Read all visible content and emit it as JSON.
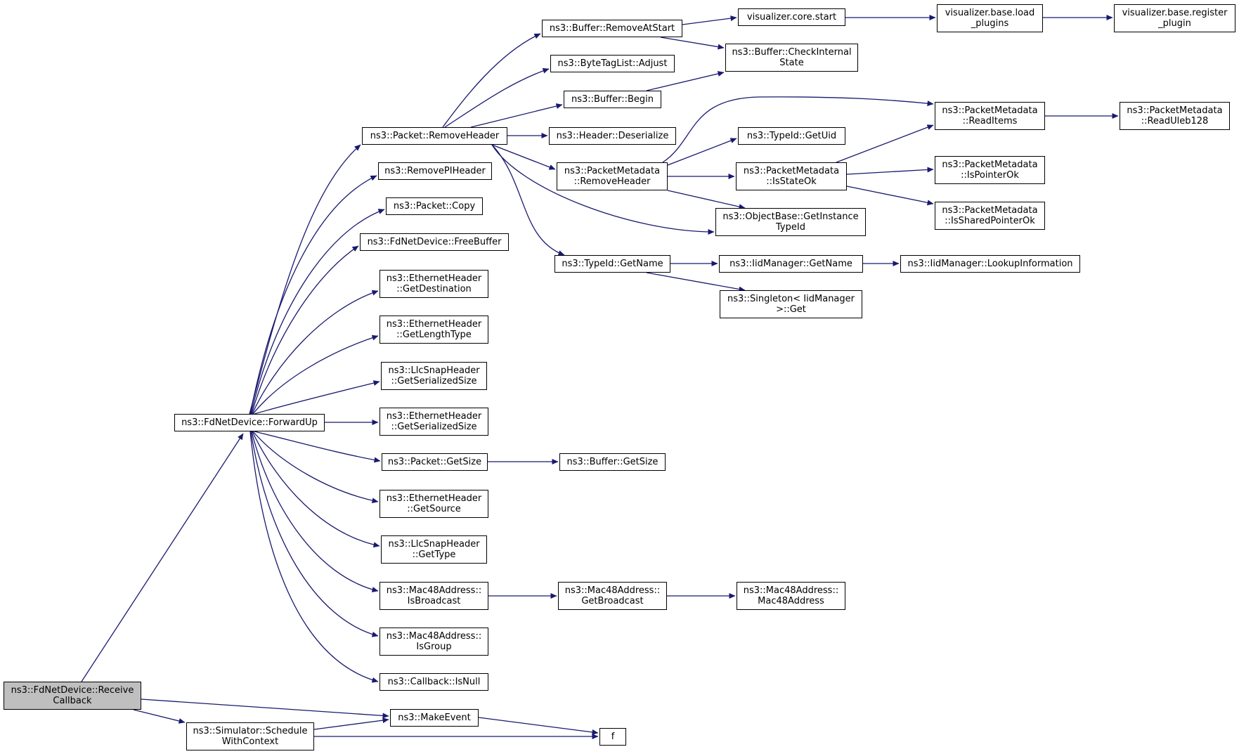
{
  "colors": {
    "edge": "#191970",
    "root_fill": "#bfbfbf",
    "node_fill": "#ffffff",
    "node_border": "#000000"
  },
  "nodes": {
    "receive_callback": [
      "ns3::FdNetDevice::Receive",
      "Callback"
    ],
    "forward_up": [
      "ns3::FdNetDevice::ForwardUp"
    ],
    "make_event": [
      "ns3::MakeEvent"
    ],
    "schedule_with_context": [
      "ns3::Simulator::Schedule",
      "WithContext"
    ],
    "f": [
      "f"
    ],
    "packet_remove_header": [
      "ns3::Packet::RemoveHeader"
    ],
    "remove_pi_header": [
      "ns3::RemovePIHeader"
    ],
    "packet_copy": [
      "ns3::Packet::Copy"
    ],
    "free_buffer": [
      "ns3::FdNetDevice::FreeBuffer"
    ],
    "eth_get_destination": [
      "ns3::EthernetHeader",
      "::GetDestination"
    ],
    "eth_get_length_type": [
      "ns3::EthernetHeader",
      "::GetLengthType"
    ],
    "llc_get_serialized_size": [
      "ns3::LlcSnapHeader",
      "::GetSerializedSize"
    ],
    "eth_get_serialized_size": [
      "ns3::EthernetHeader",
      "::GetSerializedSize"
    ],
    "packet_get_size": [
      "ns3::Packet::GetSize"
    ],
    "eth_get_source": [
      "ns3::EthernetHeader",
      "::GetSource"
    ],
    "llc_get_type": [
      "ns3::LlcSnapHeader",
      "::GetType"
    ],
    "mac_is_broadcast": [
      "ns3::Mac48Address::",
      "IsBroadcast"
    ],
    "mac_is_group": [
      "ns3::Mac48Address::",
      "IsGroup"
    ],
    "callback_is_null": [
      "ns3::Callback::IsNull"
    ],
    "buffer_remove_at_start": [
      "ns3::Buffer::RemoveAtStart"
    ],
    "bytetaglist_adjust": [
      "ns3::ByteTagList::Adjust"
    ],
    "buffer_begin": [
      "ns3::Buffer::Begin"
    ],
    "header_deserialize": [
      "ns3::Header::Deserialize"
    ],
    "metadata_remove_header": [
      "ns3::PacketMetadata",
      "::RemoveHeader"
    ],
    "typeid_get_name": [
      "ns3::TypeId::GetName"
    ],
    "buffer_get_size": [
      "ns3::Buffer::GetSize"
    ],
    "mac_get_broadcast": [
      "ns3::Mac48Address::",
      "GetBroadcast"
    ],
    "visualizer_core_start": [
      "visualizer.core.start"
    ],
    "buffer_check_internal_state": [
      "ns3::Buffer::CheckInternal",
      "State"
    ],
    "typeid_get_uid": [
      "ns3::TypeId::GetUid"
    ],
    "metadata_is_state_ok": [
      "ns3::PacketMetadata",
      "::IsStateOk"
    ],
    "objectbase_get_instance_typeid": [
      "ns3::ObjectBase::GetInstance",
      "TypeId"
    ],
    "iidmanager_get_name": [
      "ns3::IidManager::GetName"
    ],
    "singleton_get": [
      "ns3::Singleton< IidManager",
      ">::Get"
    ],
    "mac48address_ctor": [
      "ns3::Mac48Address::",
      "Mac48Address"
    ],
    "visualizer_load_plugins": [
      "visualizer.base.load",
      "_plugins"
    ],
    "metadata_read_items": [
      "ns3::PacketMetadata",
      "::ReadItems"
    ],
    "metadata_is_pointer_ok": [
      "ns3::PacketMetadata",
      "::IsPointerOk"
    ],
    "metadata_is_shared_pointer_ok": [
      "ns3::PacketMetadata",
      "::IsSharedPointerOk"
    ],
    "iidmanager_lookup_information": [
      "ns3::IidManager::LookupInformation"
    ],
    "visualizer_register_plugin": [
      "visualizer.base.register",
      "_plugin"
    ],
    "metadata_read_uleb128": [
      "ns3::PacketMetadata",
      "::ReadUleb128"
    ]
  }
}
